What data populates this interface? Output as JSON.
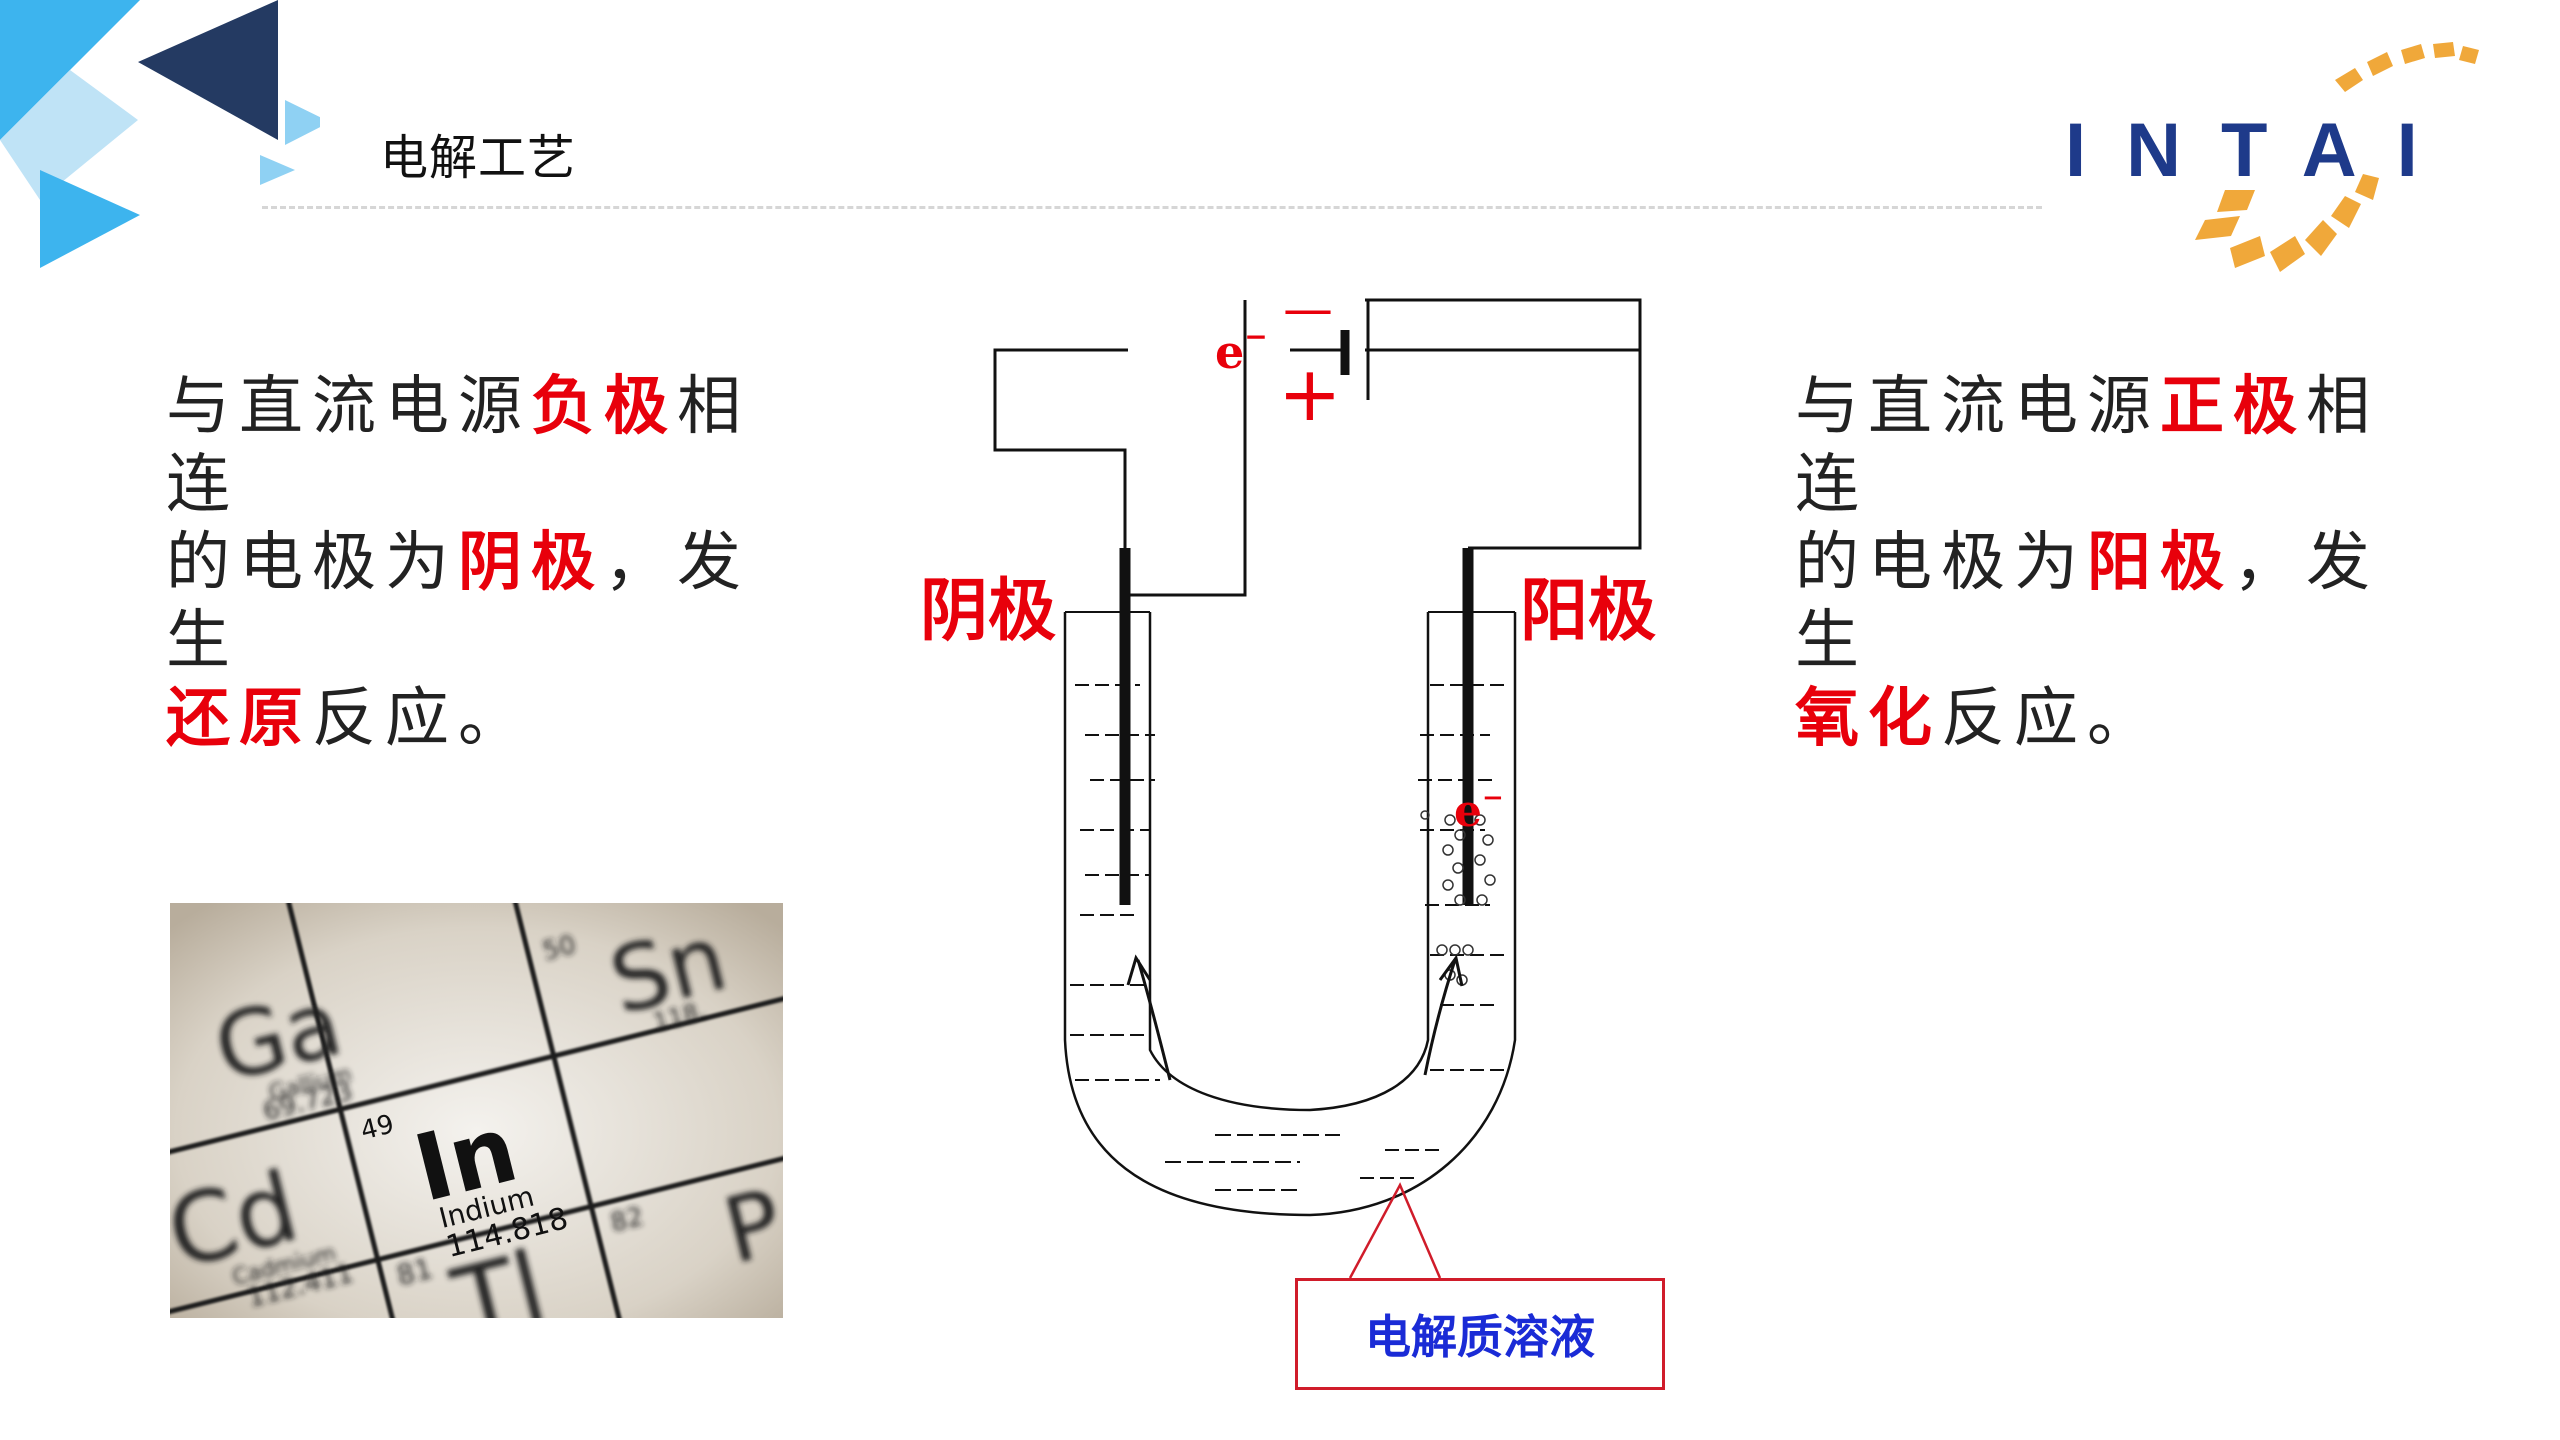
{
  "header": {
    "title": "电解工艺",
    "logo_text": "INTAI",
    "colors": {
      "brand_blue": "#1e3a8a",
      "brand_gold": "#f0a83a",
      "accent_light_blue": "#3db4ee",
      "accent_navy": "#243a62"
    }
  },
  "left_text": {
    "line1_pre": "与直流电源",
    "line1_hl": "负极",
    "line1_post": "相连",
    "line2_pre": "的电极为",
    "line2_hl": "阴极",
    "line2_post": "，发生",
    "line3_hl": "还原",
    "line3_post": "反应。"
  },
  "right_text": {
    "line1_pre": "与直流电源",
    "line1_hl": "正极",
    "line1_post": "相连",
    "line2_pre": "的电极为",
    "line2_hl": "阳极",
    "line2_post": "，发生",
    "line3_hl": "氧化",
    "line3_post": "反应。"
  },
  "diagram": {
    "cathode_label": "阴极",
    "anode_label": "阳极",
    "minus_sign": "—",
    "plus_sign": "+",
    "electron_symbol": "e",
    "electron_charge": "−",
    "electrolyte_label": "电解质溶液",
    "colors": {
      "highlight": "#e8000b",
      "callout_border": "#d01c2a",
      "callout_text": "#1a2bd6"
    }
  },
  "photo": {
    "cells": [
      {
        "number": "",
        "symbol": "Ga",
        "name": "Gallium",
        "mass": "69.723"
      },
      {
        "number": "50",
        "symbol": "Sn",
        "name": "",
        "mass": "118."
      },
      {
        "number": "49",
        "symbol": "In",
        "name": "Indium",
        "mass": "114.818"
      },
      {
        "number": "",
        "symbol": "Cd",
        "name": "Cadmium",
        "mass": "112.411"
      },
      {
        "number": "81",
        "symbol": "Tl",
        "name": "",
        "mass": ""
      },
      {
        "number": "82",
        "symbol": "P",
        "name": "",
        "mass": ""
      }
    ]
  }
}
